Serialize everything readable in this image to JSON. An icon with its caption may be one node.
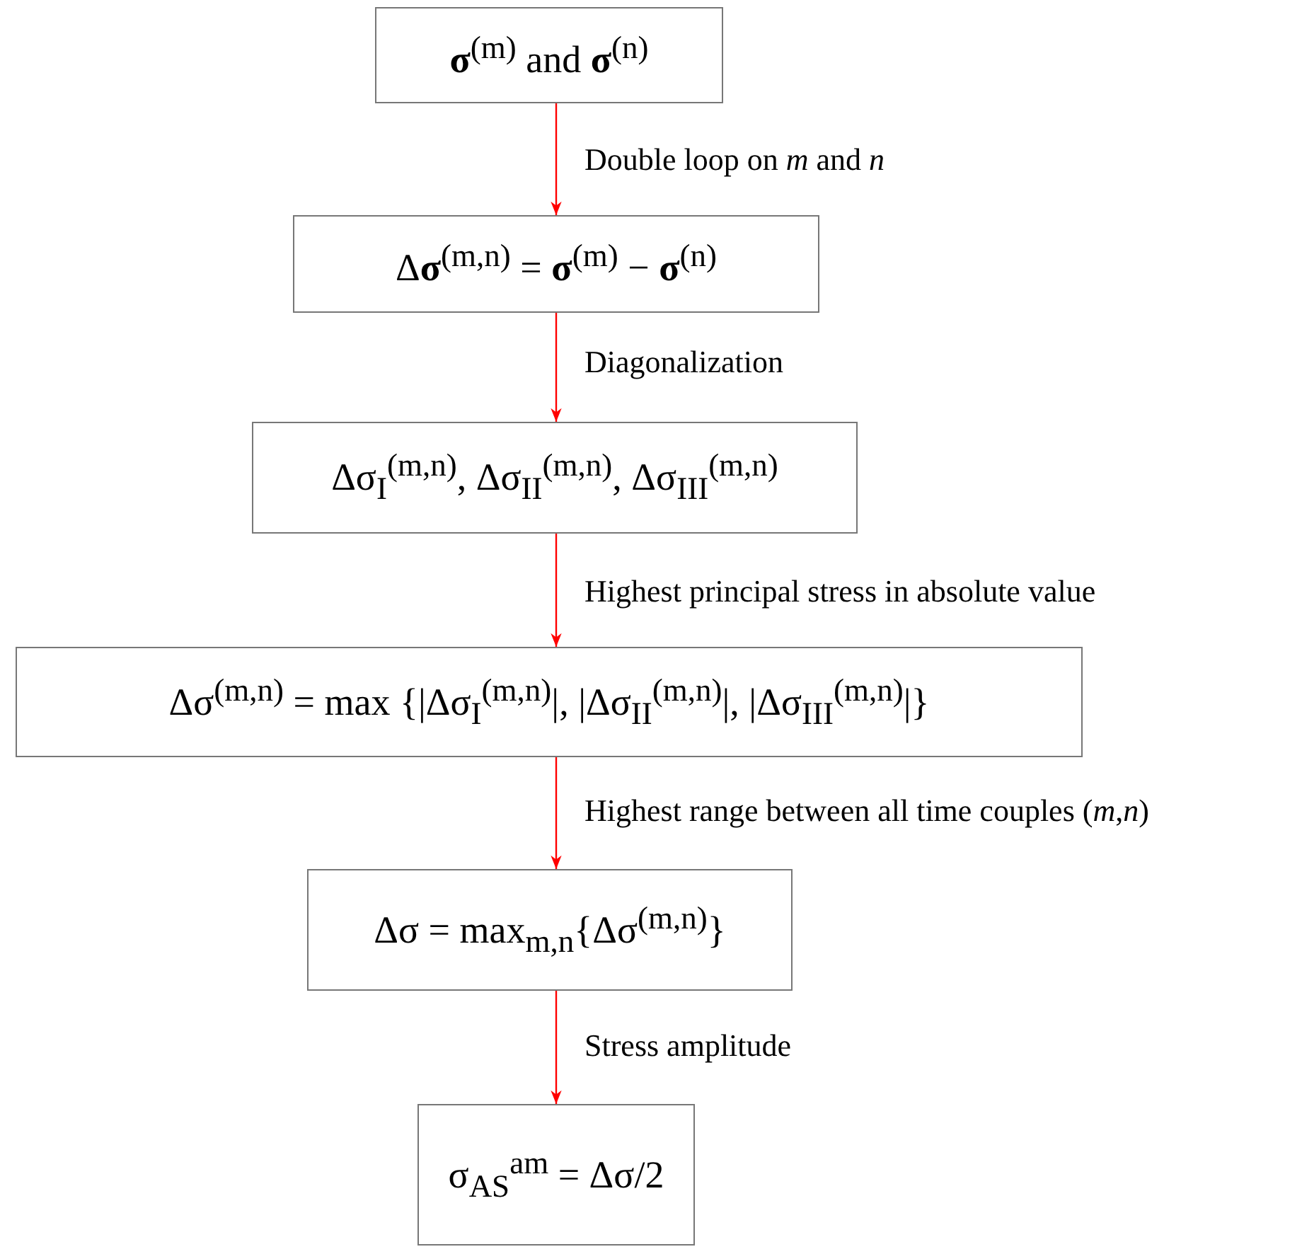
{
  "diagram": {
    "nodes": [
      {
        "text": [
          "**σ**$^{(m)}$ and **σ**$^{(n)}$"
        ]
      },
      {
        "text": [
          "Δ**σ**$^{(m,n)}$ = **σ**$^{(m)}$ − **σ**$^{(n)}$"
        ]
      },
      {
        "text": [
          "Δσ$_{I}$$^{(m,n)}$, Δσ$_{II}$$^{(m,n)}$, Δσ$_{III}$$^{(m,n)}$"
        ]
      },
      {
        "text": [
          "Δσ$^{(m,n)}$ = max {|Δσ$_{I}$$^{(m,n)}$|, |Δσ$_{II}$$^{(m,n)}$|, |Δσ$_{III}$$^{(m,n)}$|}"
        ]
      },
      {
        "text": [
          "Δσ = max$_{m,n}${Δσ$^{(m,n)}$}"
        ]
      },
      {
        "text": [
          "σ$_{AS}$$^{am}$ = Δσ/2"
        ]
      }
    ],
    "edges": [
      {
        "from": 0,
        "to": 1,
        "arrow": "to",
        "label": "Double loop on *m* and *n*"
      },
      {
        "from": 1,
        "to": 2,
        "arrow": "to",
        "label": "Diagonalization"
      },
      {
        "from": 2,
        "to": 3,
        "arrow": "to",
        "label": "Highest principal stress in absolute value"
      },
      {
        "from": 3,
        "to": 4,
        "arrow": "to",
        "label": "Highest range between all time couples (*m*,*n*)"
      },
      {
        "from": 4,
        "to": 5,
        "arrow": "to",
        "label": "Stress amplitude"
      }
    ]
  }
}
